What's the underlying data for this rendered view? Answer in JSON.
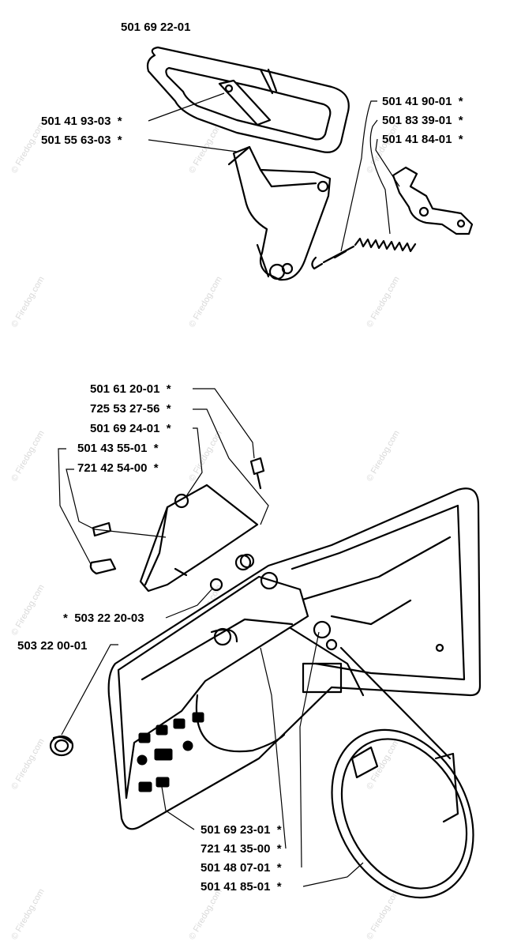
{
  "assembly_top": {
    "main_part": "501 69 22-01",
    "parts_left": [
      {
        "number": "501 41 93-03",
        "mark": "*"
      },
      {
        "number": "501 55 63-03",
        "mark": "*"
      }
    ],
    "parts_right": [
      {
        "number": "501 41 90-01",
        "mark": "*"
      },
      {
        "number": "501 83 39-01",
        "mark": "*"
      },
      {
        "number": "501 41 84-01",
        "mark": "*"
      }
    ]
  },
  "assembly_bottom": {
    "parts_upper": [
      {
        "number": "501 61 20-01",
        "mark": "*"
      },
      {
        "number": "725 53 27-56",
        "mark": "*"
      },
      {
        "number": "501 69 24-01",
        "mark": "*"
      },
      {
        "number": "501 43 55-01",
        "mark": "*"
      },
      {
        "number": "721 42 54-00",
        "mark": "*"
      }
    ],
    "part_mid": {
      "number": "503 22 20-03",
      "mark": "*"
    },
    "part_left": {
      "number": "503 22 00-01"
    },
    "parts_lower": [
      {
        "number": "501 69 23-01",
        "mark": "*"
      },
      {
        "number": "721 41 35-00",
        "mark": "*"
      },
      {
        "number": "501 48 07-01",
        "mark": "*"
      },
      {
        "number": "501 41 85-01",
        "mark": "*"
      }
    ]
  },
  "watermark": "© Firedog.com"
}
